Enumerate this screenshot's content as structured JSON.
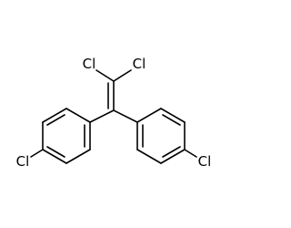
{
  "molecule": {
    "atoms": {
      "cl_top_left": "Cl",
      "cl_top_right": "Cl",
      "cl_left_ring": "Cl",
      "cl_right_ring": "Cl"
    },
    "colors": {
      "bond": "#000000",
      "label": "#000000",
      "background": "#ffffff"
    }
  }
}
